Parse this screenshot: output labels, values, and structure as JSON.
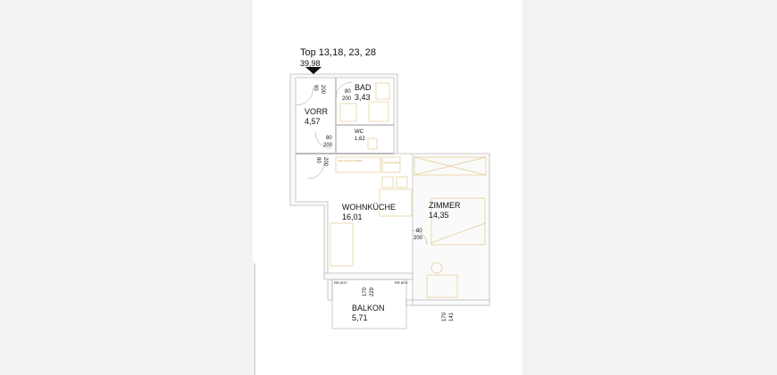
{
  "plan": {
    "title": "Top 13,18, 23, 28",
    "total_area": "39,98",
    "rooms": [
      {
        "name": "BAD",
        "area": "3,43"
      },
      {
        "name": "VORR",
        "area": "4,57"
      },
      {
        "name": "WC",
        "area": "1,62"
      },
      {
        "name": "WOHNKÜCHE",
        "area": "16,01"
      },
      {
        "name": "ZIMMER",
        "area": "14,35"
      },
      {
        "name": "BALKON",
        "area": "5,71"
      }
    ],
    "doors": [
      {
        "w": "90",
        "h": "200"
      },
      {
        "w": "80",
        "h": "200"
      },
      {
        "w": "80",
        "h": "200"
      },
      {
        "w": "90",
        "h": "200"
      },
      {
        "w": "80",
        "h": "200"
      }
    ],
    "windows": [
      {
        "w": "170",
        "h": "229"
      },
      {
        "w": "170",
        "h": "141"
      }
    ],
    "rr_labels": [
      "RR Ø70",
      "RR Ø70"
    ],
    "furniture_notes": [
      "Kühl schrank 140/60",
      "Geschirrspüler"
    ]
  }
}
